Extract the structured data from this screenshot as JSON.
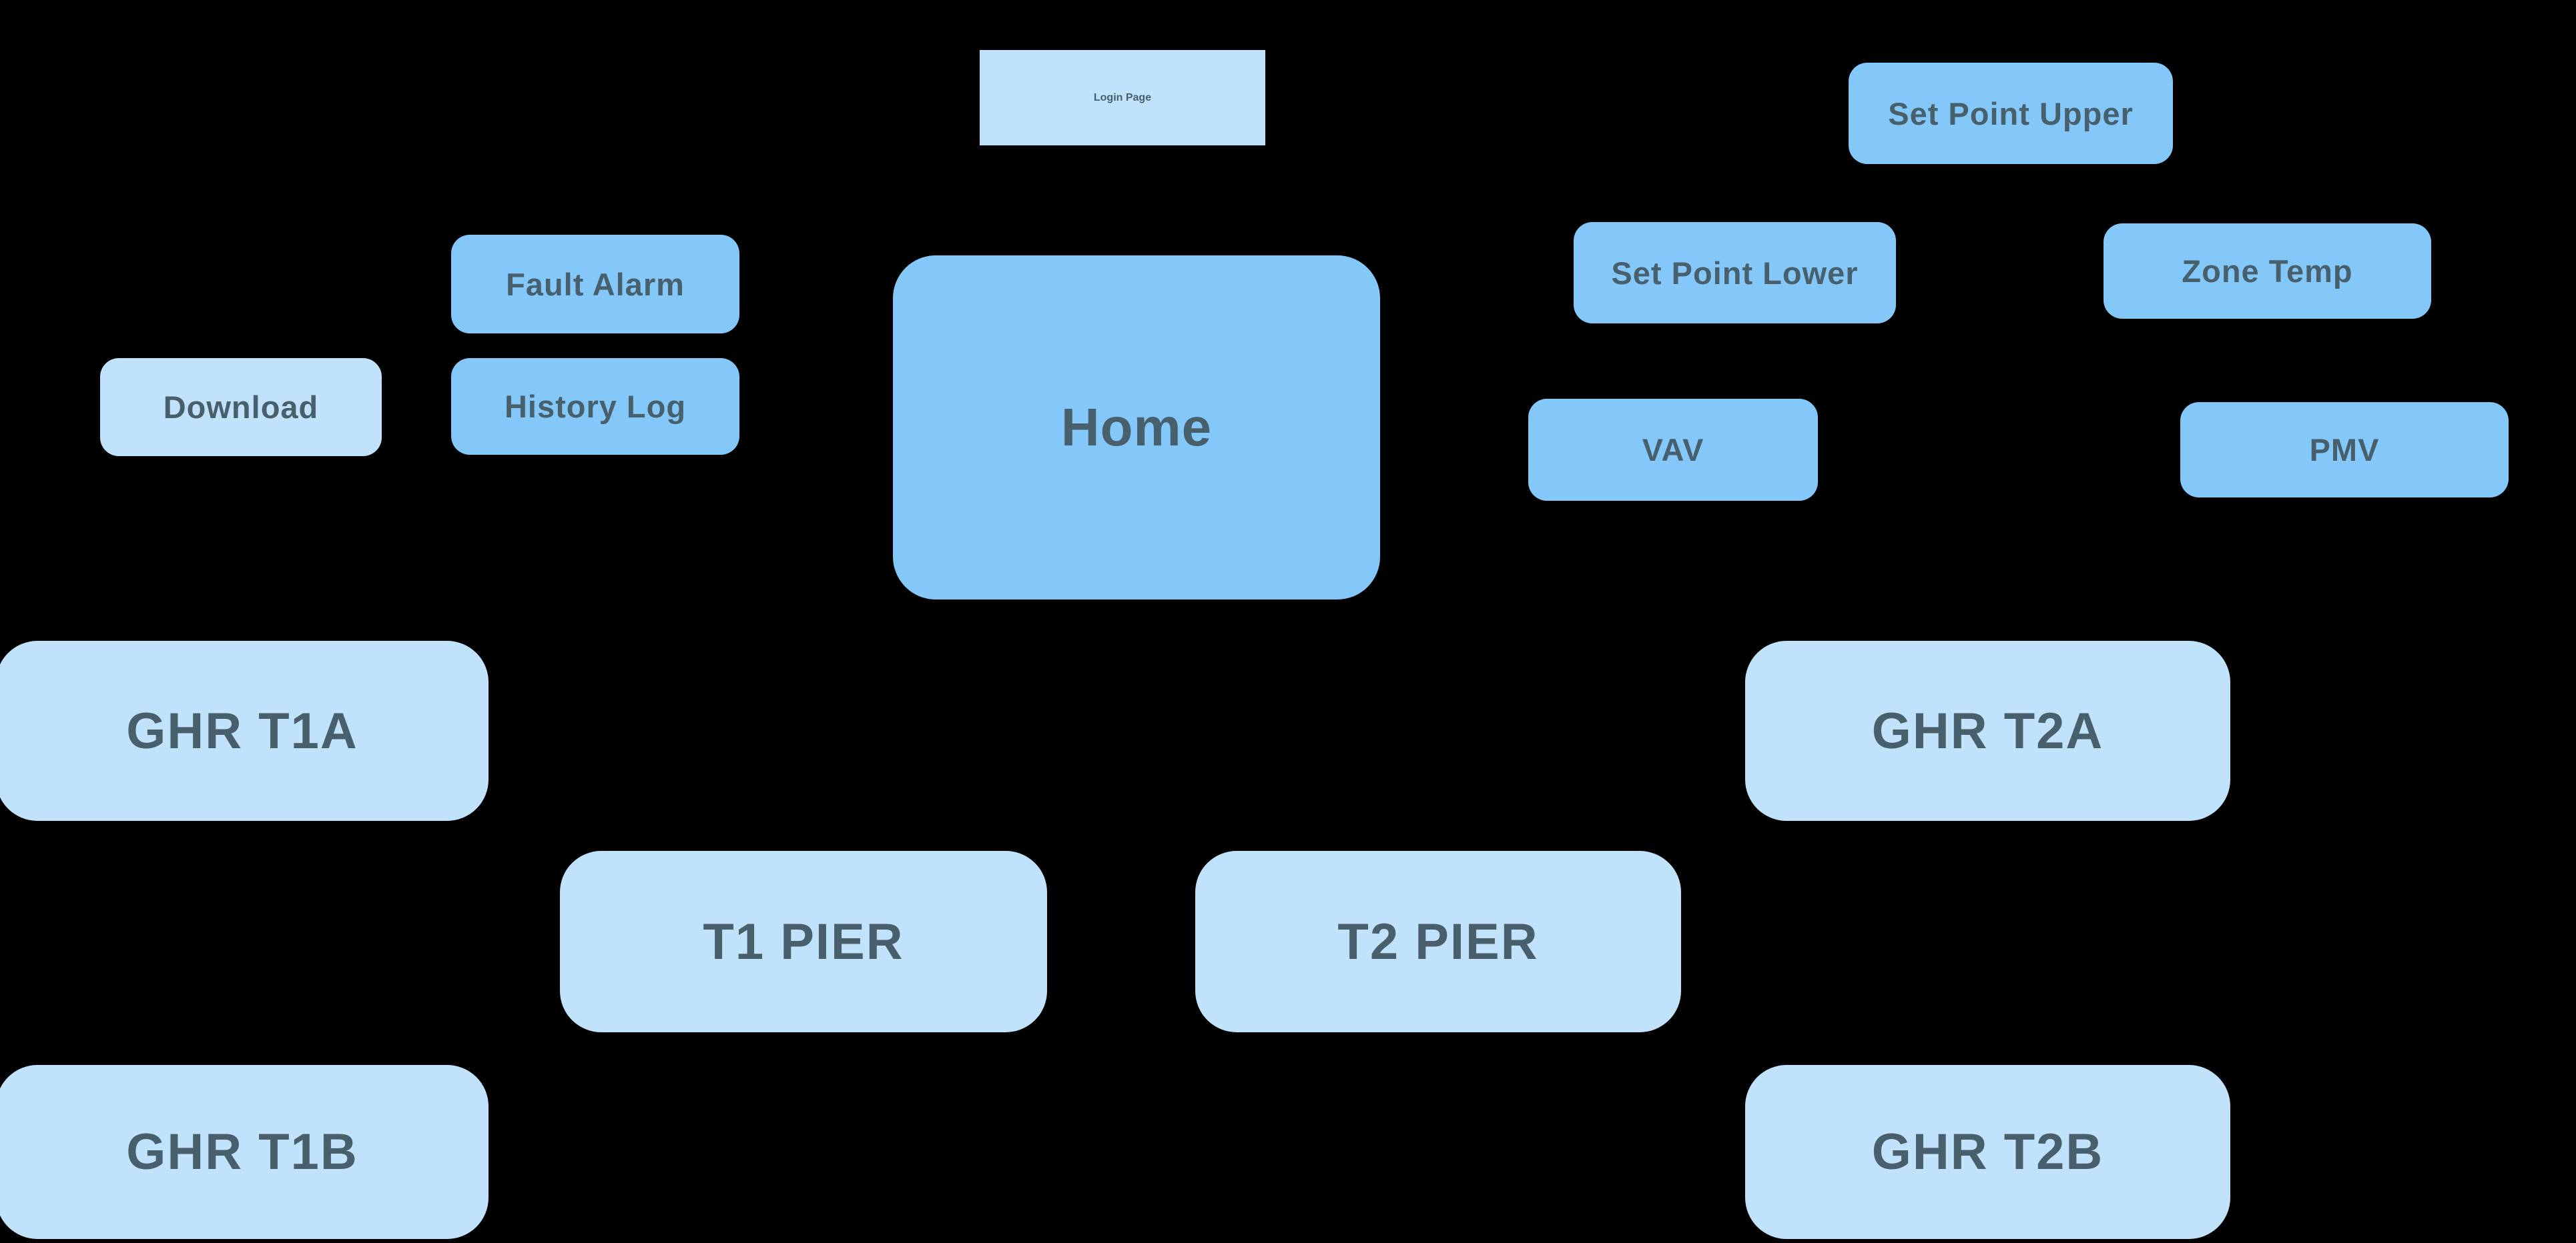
{
  "diagram": {
    "colors": {
      "background": "#000000",
      "light": "#C1E2FB",
      "medium": "#84C8FA",
      "text": "#48606C"
    },
    "nodes": {
      "login_page": {
        "label": "Login Page"
      },
      "set_point_upper": {
        "label": "Set Point Upper"
      },
      "fault_alarm": {
        "label": "Fault Alarm"
      },
      "history_log": {
        "label": "History Log"
      },
      "download": {
        "label": "Download"
      },
      "home": {
        "label": "Home"
      },
      "set_point_lower": {
        "label": "Set Point Lower"
      },
      "zone_temp": {
        "label": "Zone Temp"
      },
      "vav": {
        "label": "VAV"
      },
      "pmv": {
        "label": "PMV"
      },
      "ghr_t1a": {
        "label": "GHR T1A"
      },
      "ghr_t2a": {
        "label": "GHR T2A"
      },
      "t1_pier": {
        "label": "T1 PIER"
      },
      "t2_pier": {
        "label": "T2 PIER"
      },
      "ghr_t1b": {
        "label": "GHR T1B"
      },
      "ghr_t2b": {
        "label": "GHR T2B"
      }
    }
  }
}
